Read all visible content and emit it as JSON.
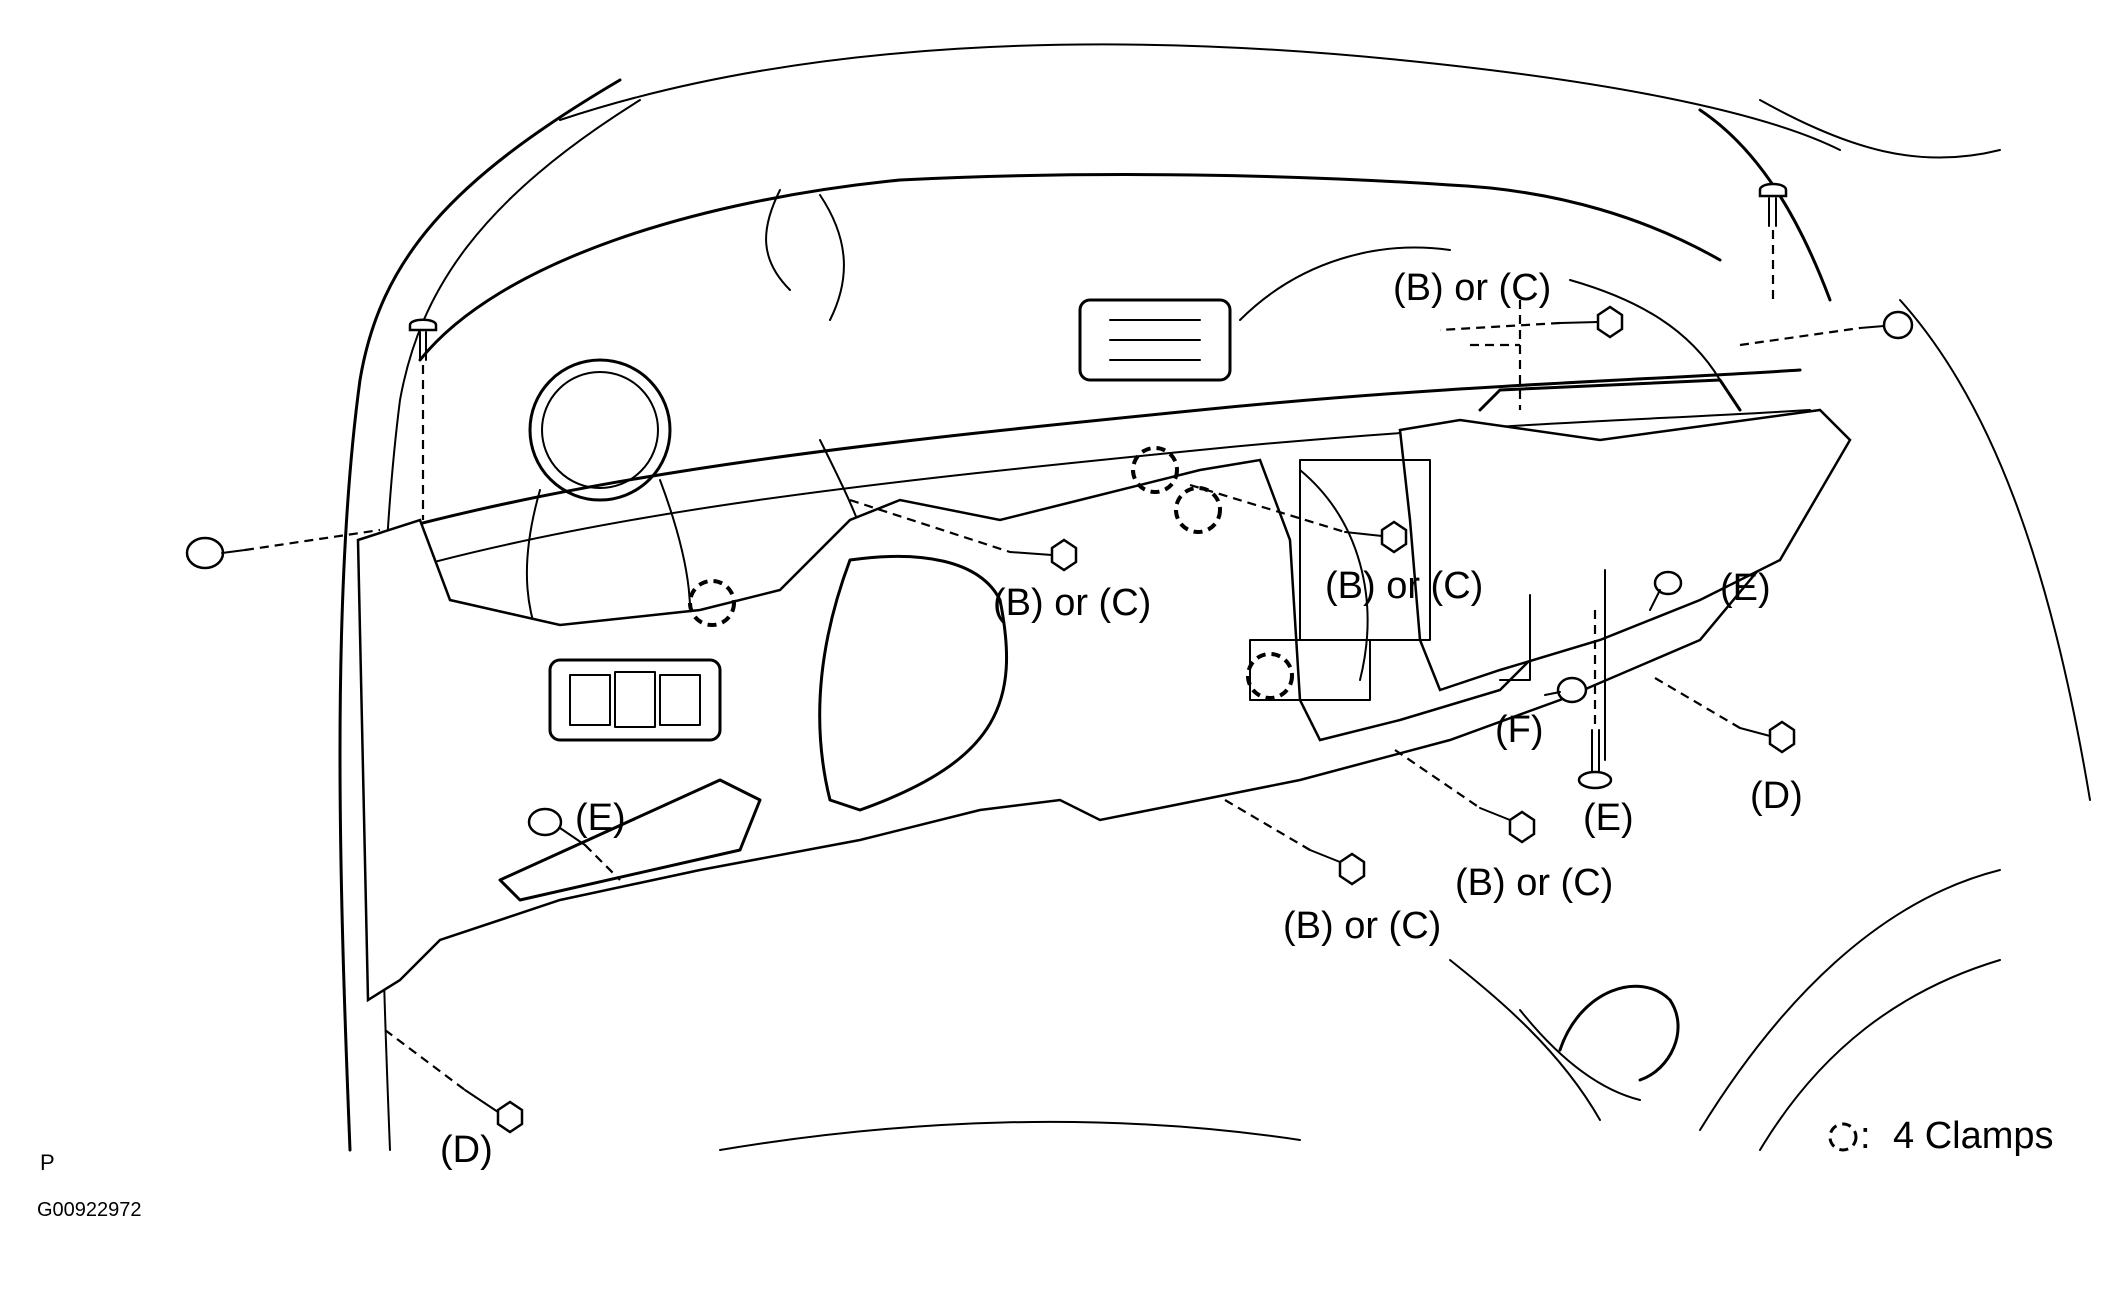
{
  "labels": {
    "b_or_c": "(B) or (C)",
    "d": "(D)",
    "e": "(E)",
    "f": "(F)"
  },
  "legend": {
    "clamps_text": "4 Clamps"
  },
  "corner": {
    "letter": "P",
    "code": "G00922972"
  }
}
